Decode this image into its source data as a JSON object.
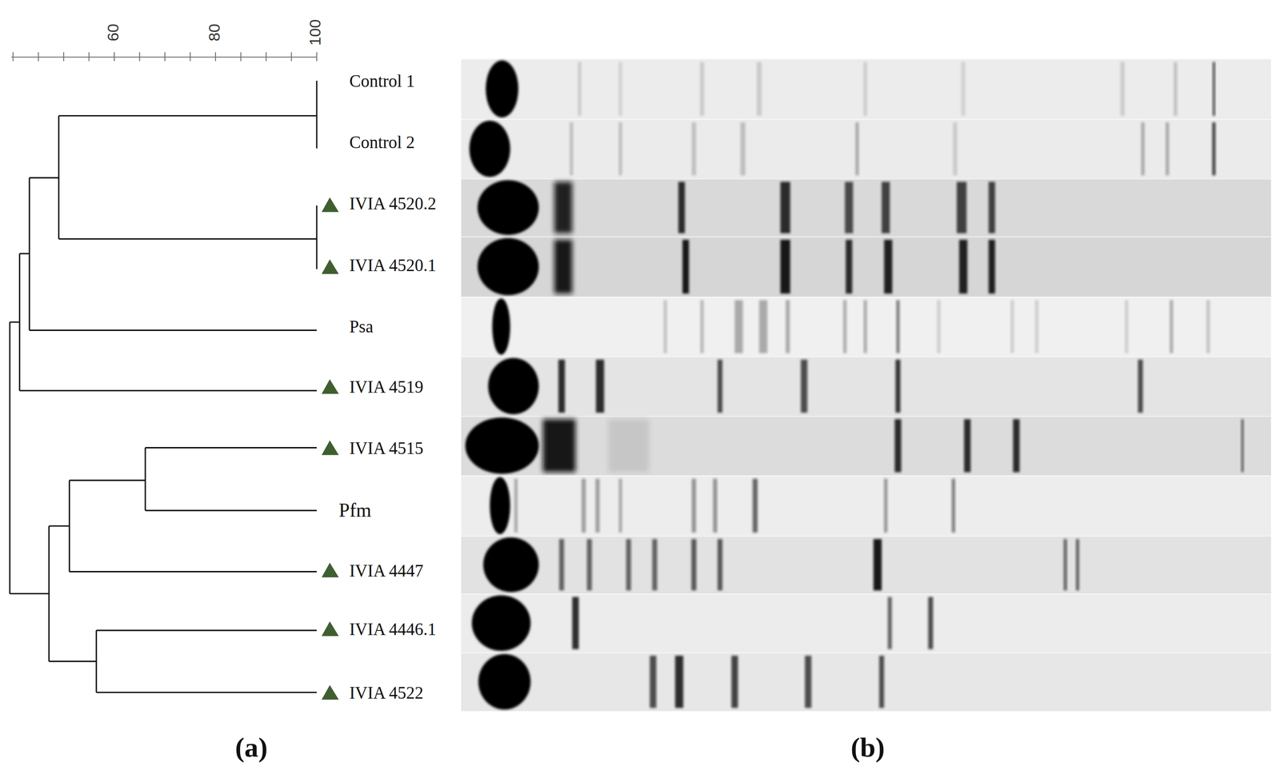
{
  "diagram": {
    "labels": [
      "60",
      "80",
      "100",
      "Control 1",
      "Control 2",
      "IVIA 4520.2",
      "IVIA 4520.1",
      "Psa",
      "IVIA 4519",
      "IVIA 4515",
      "Pfm",
      "IVIA 4447",
      "IVIA 4446.1",
      "IVIA 4522",
      "(a)",
      "(b)"
    ]
  }
}
